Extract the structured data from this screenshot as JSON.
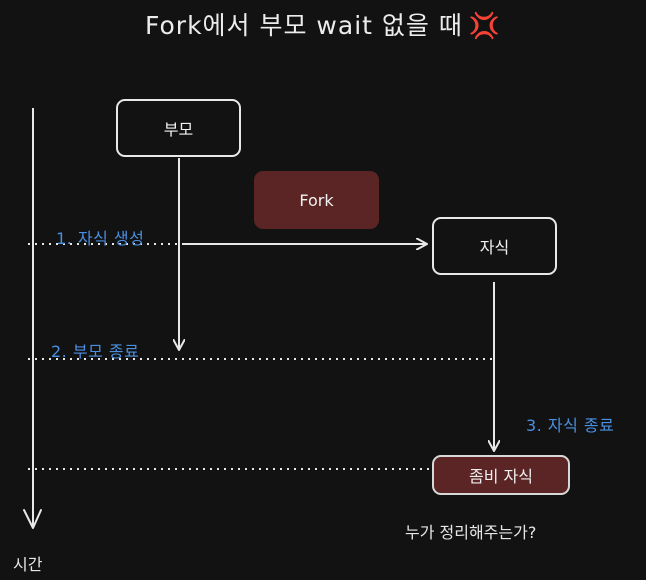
{
  "title": "Fork에서 부모 wait 없을 때",
  "title_emoji": "💢",
  "nodes": {
    "parent": "부모",
    "fork": "Fork",
    "child": "자식",
    "zombie": "좀비 자식"
  },
  "steps": {
    "step1": "1. 자식 생성",
    "step2": "2. 부모 종료",
    "step3": "3. 자식 종료"
  },
  "question": "누가 정리해주는가?",
  "time_axis_label": "시간",
  "colors": {
    "background": "#121212",
    "step_label": "#4a90e2",
    "highlight_box": "#5b2525",
    "stroke": "#e8e8e8"
  }
}
